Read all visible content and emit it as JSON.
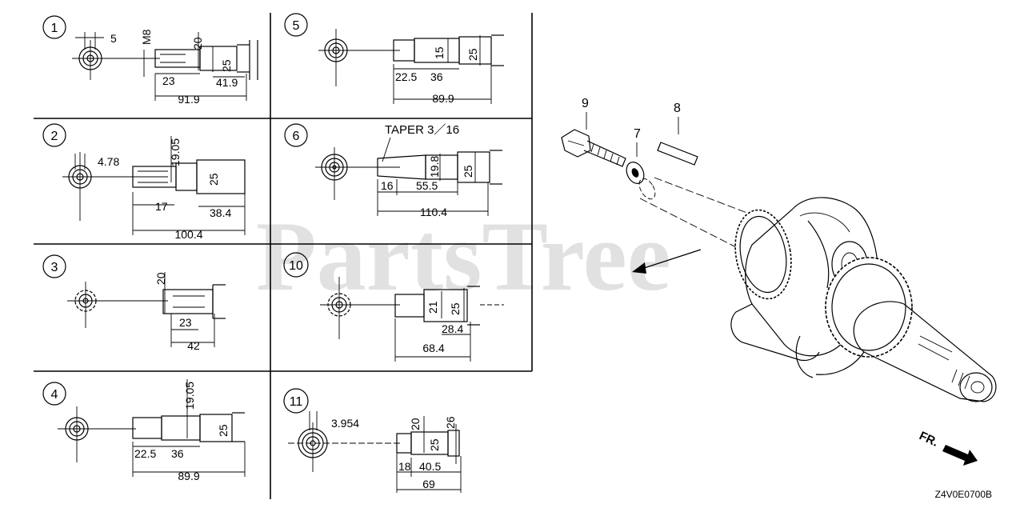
{
  "watermark": "PartsTree",
  "reference_code": "Z4V0E0700B",
  "front_label": "FR.",
  "panels": [
    {
      "number": "1",
      "dims": [
        "5",
        "M8",
        "20",
        "25",
        "23",
        "41.9",
        "91.9"
      ]
    },
    {
      "number": "2",
      "dims": [
        "4.78",
        "19.05",
        "25",
        "17",
        "38.4",
        "100.4"
      ]
    },
    {
      "number": "3",
      "dims": [
        "20",
        "23",
        "42"
      ]
    },
    {
      "number": "4",
      "dims": [
        "19.05",
        "25",
        "22.5",
        "36",
        "89.9"
      ]
    },
    {
      "number": "5",
      "dims": [
        "15",
        "25",
        "22.5",
        "36",
        "89.9"
      ]
    },
    {
      "number": "6",
      "note": "TAPER 3／16",
      "dims": [
        "19.8",
        "25",
        "16",
        "55.5",
        "110.4"
      ]
    },
    {
      "number": "10",
      "dims": [
        "21",
        "25",
        "28.4",
        "68.4"
      ]
    },
    {
      "number": "11",
      "dims": [
        "3.954",
        "20",
        "26",
        "25",
        "18",
        "40.5",
        "69"
      ]
    }
  ],
  "callouts": [
    "9",
    "8",
    "7"
  ]
}
